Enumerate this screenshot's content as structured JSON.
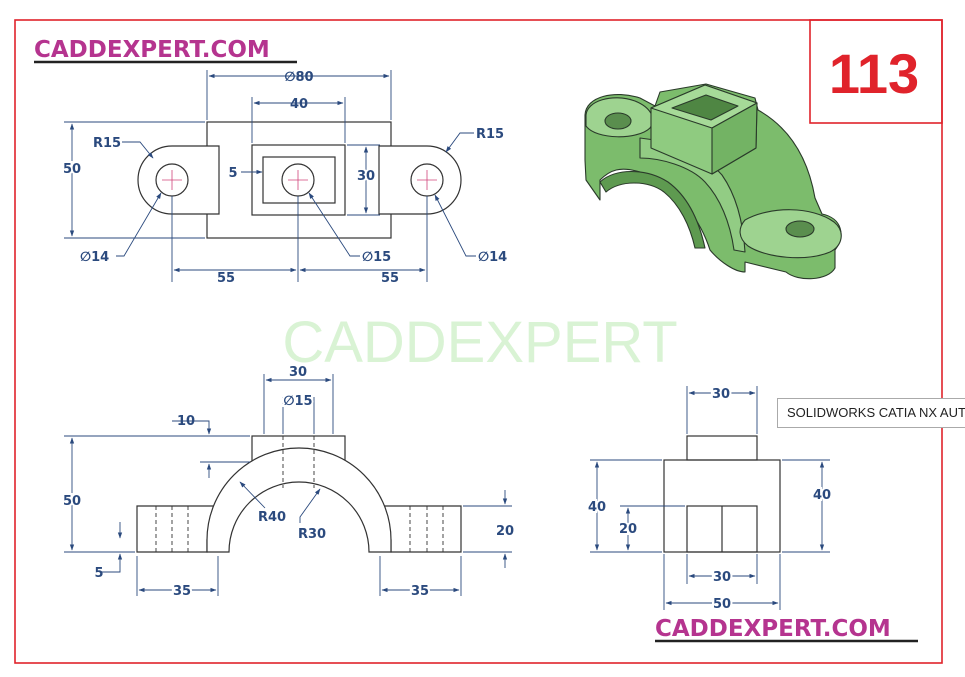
{
  "brand_top": "CADDEXPERT.COM",
  "brand_bottom": "CADDEXPERT.COM",
  "sheet_number": "113",
  "watermark": "CADDEXPERT",
  "tooltip": "SOLIDWORKS CATIA NX AUTOCAD",
  "colors": {
    "frame": "#e0232b",
    "dimension": "#2b4a7e",
    "brand": "#b5348f",
    "model": "#8fcb80"
  },
  "top_view": {
    "dims": {
      "overall": "∅80",
      "box_width": "40",
      "slot_gap": "5",
      "box_height": "30",
      "height": "50",
      "radius_left": "R15",
      "radius_right": "R15",
      "hole_left": "∅14",
      "hole_center": "∅15",
      "hole_right": "∅14",
      "span_left": "55",
      "span_right": "55"
    }
  },
  "front_view": {
    "dims": {
      "box_width": "30",
      "hole": "∅15",
      "box_height": "10",
      "height": "50",
      "outer_radius": "R40",
      "inner_radius": "R30",
      "flange_height": "20",
      "base_offset": "5",
      "foot_left": "35",
      "foot_right": "35"
    }
  },
  "side_view": {
    "dims": {
      "top_width": "30",
      "left_height": "40",
      "inner_height": "20",
      "right_height": "40",
      "inner_width": "30",
      "overall_width": "50"
    }
  }
}
